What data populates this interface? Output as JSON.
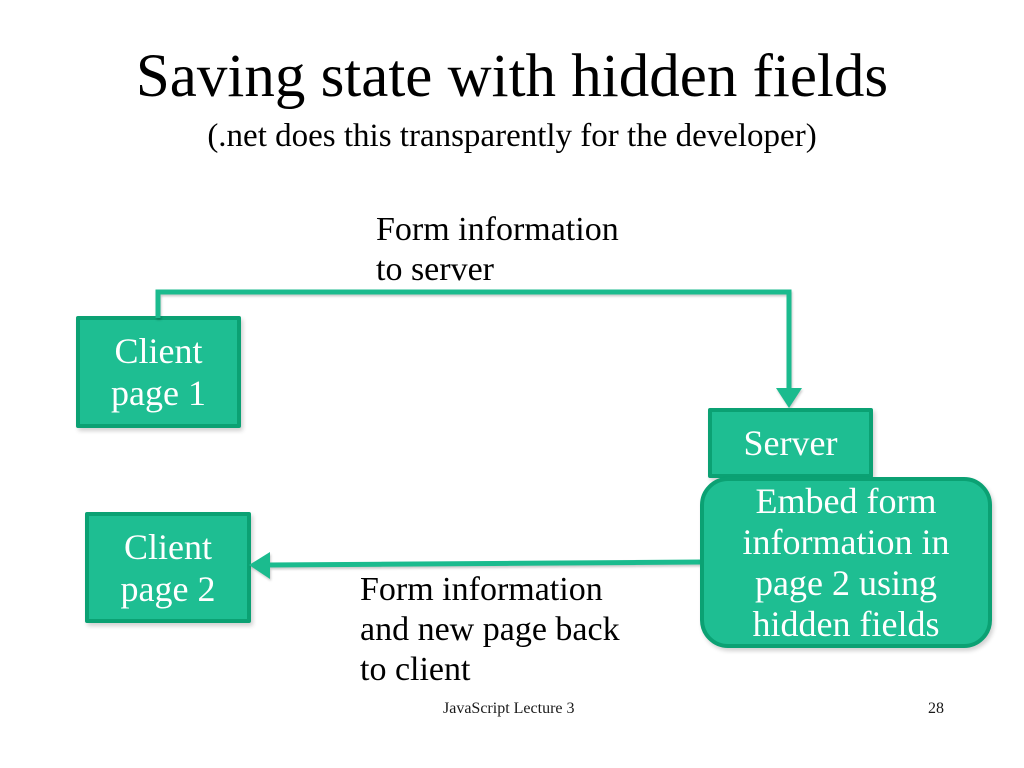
{
  "slide": {
    "title": "Saving state with hidden fields",
    "subtitle": "(.net does this transparently for the developer)"
  },
  "diagram": {
    "labels": {
      "to_server": "Form information\nto server",
      "back_to_client": "Form information\nand new page back\nto client"
    },
    "boxes": {
      "client1": "Client\npage 1",
      "server": "Server",
      "embed": "Embed form\ninformation in\npage 2 using\nhidden fields",
      "client2": "Client\npage 2"
    }
  },
  "footer": {
    "lecture": "JavaScript Lecture 3",
    "page_number": "28"
  },
  "colors": {
    "background": "#ffffff",
    "box-fill": "#1ebe92",
    "box-border": "#0ba173",
    "arrow": "#1bbb8e",
    "text-on-box": "#ffffff",
    "text": "#000000"
  }
}
